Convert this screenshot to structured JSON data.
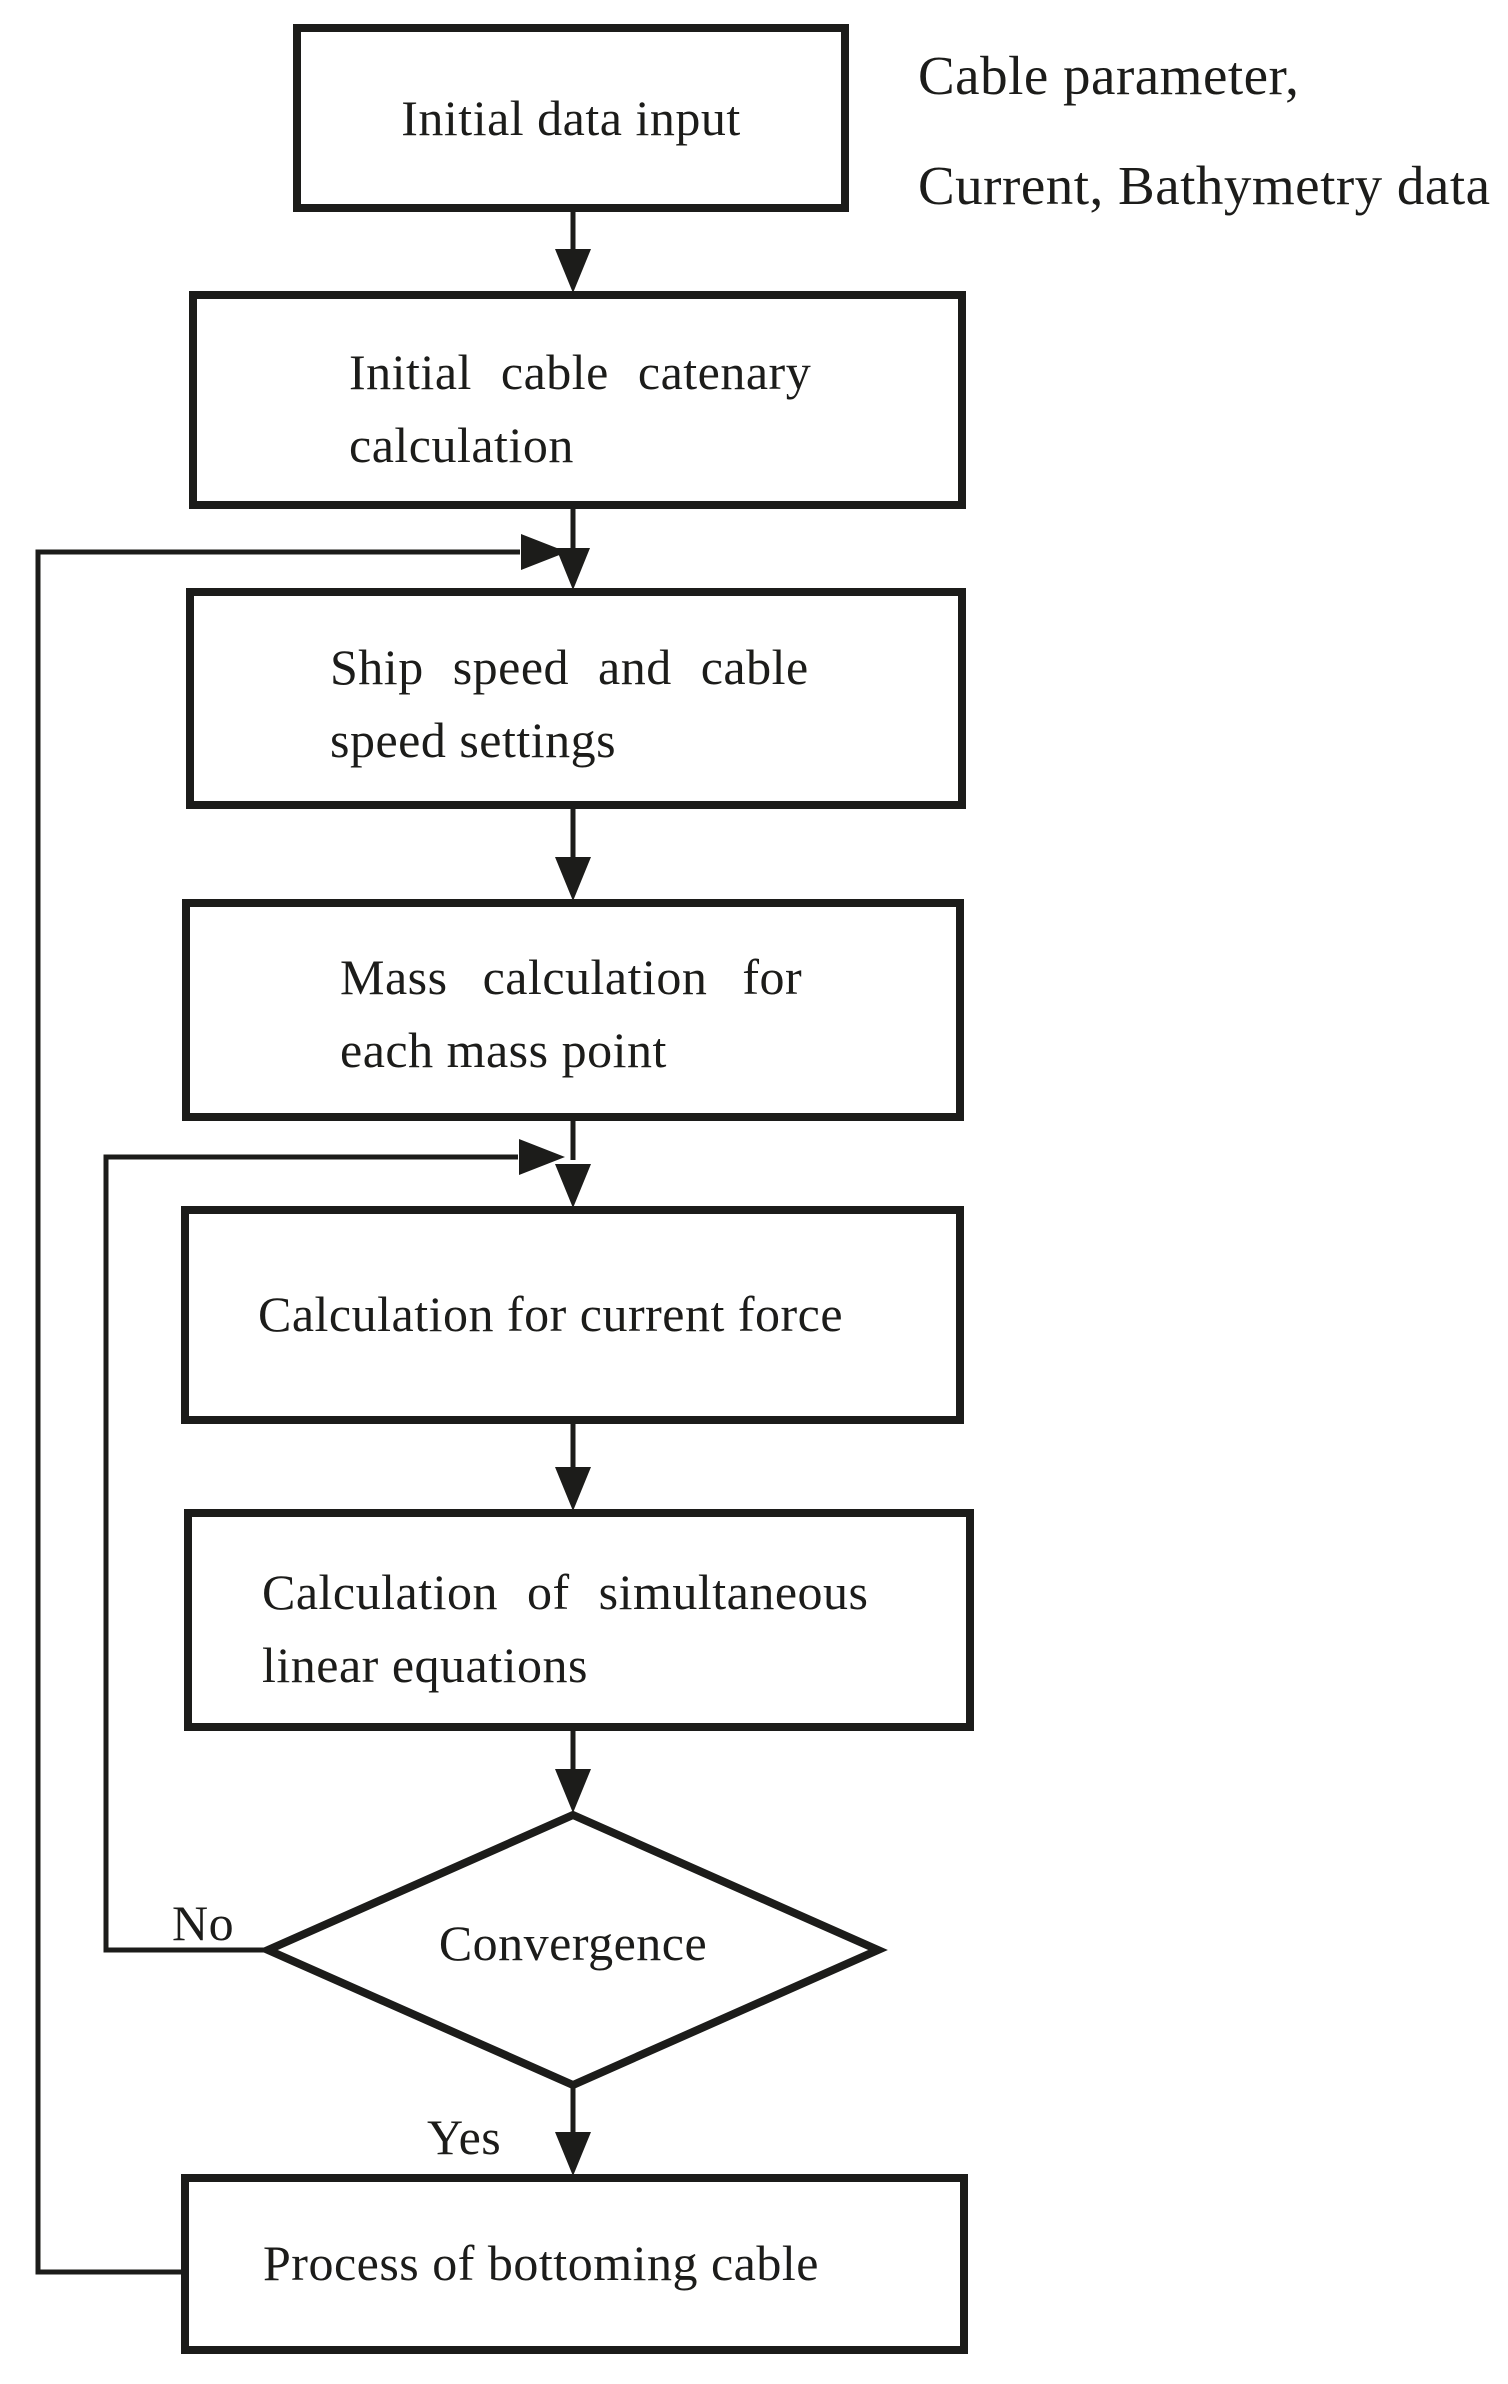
{
  "diagram": {
    "type": "flowchart",
    "colors": {
      "ink": "#1c1c1a",
      "background": "#ffffff"
    }
  },
  "nodes": {
    "box1": {
      "label": "Initial data input"
    },
    "box2": {
      "line1": "Initial cable catenary",
      "line2": "calculation"
    },
    "box3": {
      "line1": "Ship speed and cable",
      "line2": "speed settings"
    },
    "box4": {
      "line1": "Mass calculation for",
      "line2": "each mass point"
    },
    "box5": {
      "label": "Calculation for current force"
    },
    "box6": {
      "line1": "Calculation of simultaneous",
      "line2": "linear equations"
    },
    "diamond": {
      "label": "Convergence"
    },
    "box7": {
      "label": "Process of bottoming cable"
    }
  },
  "annotation": {
    "line1": "Cable parameter,",
    "line2": "Current, Bathymetry data"
  },
  "branch_labels": {
    "no": "No",
    "yes": "Yes"
  },
  "edges": [
    {
      "from": "initial-data-input",
      "to": "initial-cable-catenary-calculation"
    },
    {
      "from": "initial-cable-catenary-calculation",
      "to": "ship-speed-and-cable-speed-settings"
    },
    {
      "from": "ship-speed-and-cable-speed-settings",
      "to": "mass-calculation-for-each-mass-point"
    },
    {
      "from": "mass-calculation-for-each-mass-point",
      "to": "calculation-for-current-force"
    },
    {
      "from": "calculation-for-current-force",
      "to": "calculation-of-simultaneous-linear-equations"
    },
    {
      "from": "calculation-of-simultaneous-linear-equations",
      "to": "convergence"
    },
    {
      "from": "convergence",
      "to": "calculation-for-current-force",
      "label": "No"
    },
    {
      "from": "convergence",
      "to": "process-of-bottoming-cable",
      "label": "Yes"
    },
    {
      "from": "process-of-bottoming-cable",
      "to": "ship-speed-and-cable-speed-settings"
    }
  ]
}
